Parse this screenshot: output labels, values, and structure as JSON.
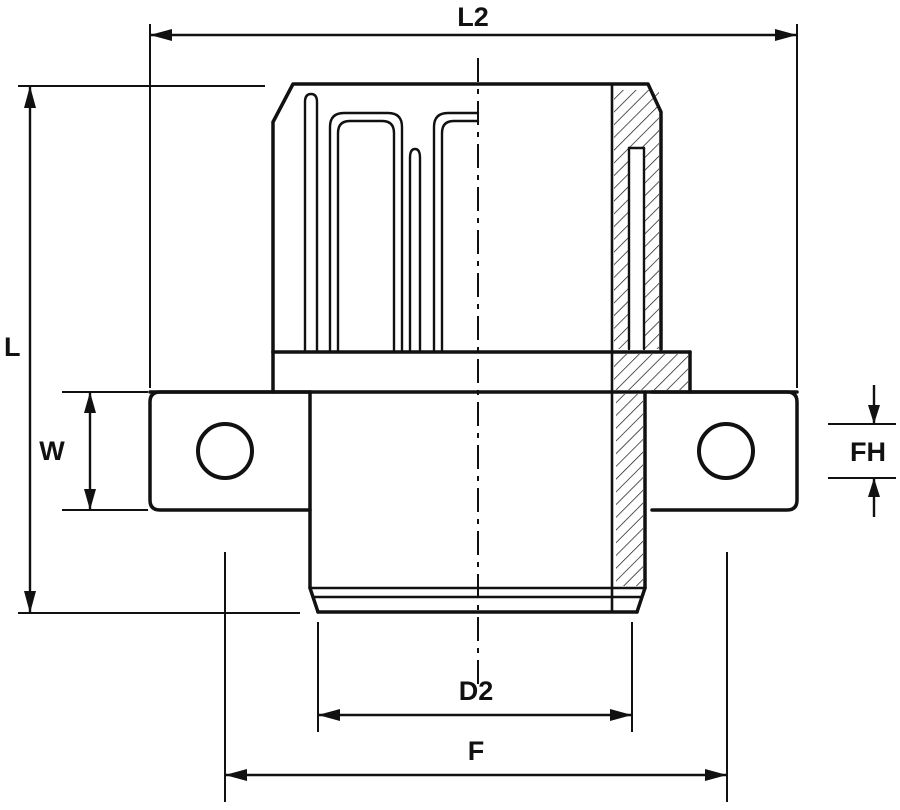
{
  "drawing": {
    "labels": {
      "l2": "L2",
      "l": "L",
      "w": "W",
      "fh": "FH",
      "d2": "D2",
      "f": "F"
    },
    "colors": {
      "line": "#111111",
      "background": "#ffffff"
    }
  }
}
